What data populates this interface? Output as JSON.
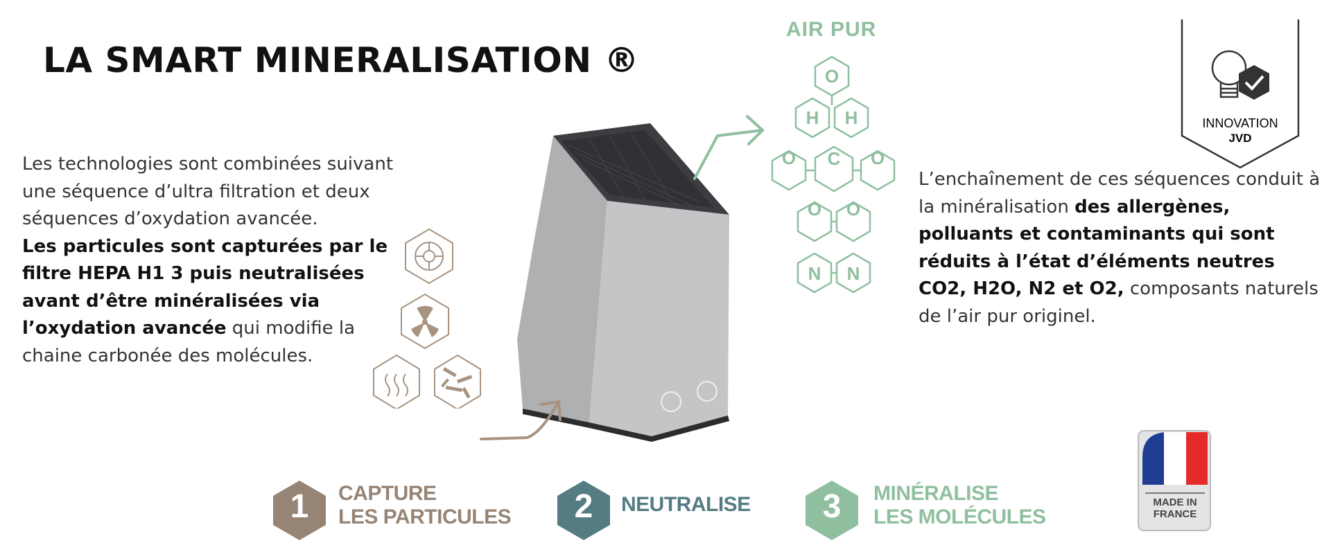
{
  "title": "LA SMART MINERALISATION ®",
  "left_paragraph": {
    "normal_1": "Les technologies sont combinées suivant une séquence d’ultra filtration et deux séquences d’oxydation avancée.",
    "bold_1": "Les particules sont capturées par le filtre HEPA H1 3  puis neutralisées avant d’être minéralisées via l’oxydation avancée",
    "normal_2": " qui modifie la chaine carbonée des molécules."
  },
  "right_paragraph": {
    "normal_1": "L’enchaînement de ces séquences  conduit à la minéralisation ",
    "bold_1": "des  allergènes, polluants et contaminants  qui sont réduits à l’état d’éléments  neutres CO2, H2O, N2 et O2,",
    "normal_2": "  composants naturels de l’air pur originel."
  },
  "air_label": "AIR PUR",
  "molecules": {
    "o_top": "O",
    "h_left": "H",
    "h_right": "H",
    "o_left": "O",
    "c_center": "C",
    "o_right": "O",
    "o2_left": "O",
    "o2_right": "O",
    "n_left": "N",
    "n_right": "N"
  },
  "badge": {
    "line1": "INNOVATION",
    "line2": "JVD"
  },
  "steps": [
    {
      "number": "1",
      "line1": "CAPTURE",
      "line2": "LES PARTICULES",
      "color": "#968474"
    },
    {
      "number": "2",
      "line1": "NEUTRALISE",
      "line2": "",
      "color": "#557c82"
    },
    {
      "number": "3",
      "line1": "MINÉRALISE",
      "line2": "LES MOLÉCULES",
      "color": "#8fbf9f"
    }
  ],
  "made_in": {
    "line1": "MADE IN",
    "line2": "FRANCE"
  },
  "colors": {
    "pollutant": "#a89380",
    "clean_air": "#8fbf9f",
    "device_body": "#b9bbbd",
    "device_top": "#3b3d40"
  }
}
